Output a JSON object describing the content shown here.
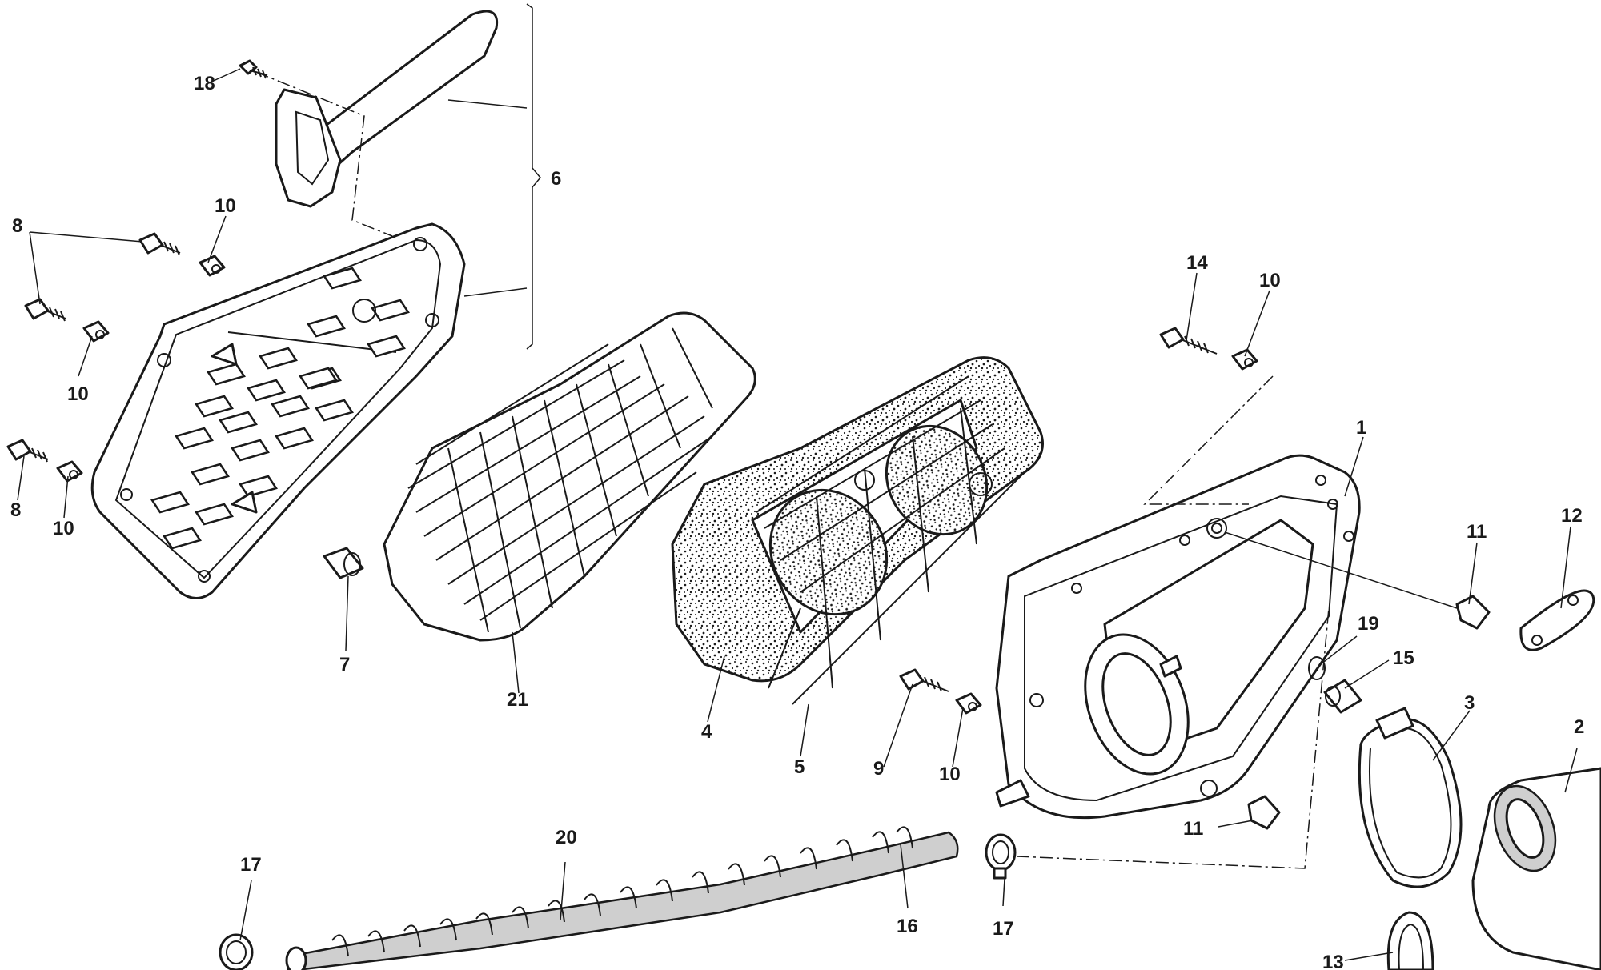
{
  "callouts": [
    {
      "id": "c18",
      "text": "18"
    },
    {
      "id": "c6",
      "text": "6"
    },
    {
      "id": "c8a",
      "text": "8"
    },
    {
      "id": "c10a",
      "text": "10"
    },
    {
      "id": "c10b",
      "text": "10"
    },
    {
      "id": "c8b",
      "text": "8"
    },
    {
      "id": "c10c",
      "text": "10"
    },
    {
      "id": "c7",
      "text": "7"
    },
    {
      "id": "c21",
      "text": "21"
    },
    {
      "id": "c4",
      "text": "4"
    },
    {
      "id": "c5",
      "text": "5"
    },
    {
      "id": "c9",
      "text": "9"
    },
    {
      "id": "c10d",
      "text": "10"
    },
    {
      "id": "c14",
      "text": "14"
    },
    {
      "id": "c10e",
      "text": "10"
    },
    {
      "id": "c1",
      "text": "1"
    },
    {
      "id": "c11a",
      "text": "11"
    },
    {
      "id": "c12",
      "text": "12"
    },
    {
      "id": "c19",
      "text": "19"
    },
    {
      "id": "c15",
      "text": "15"
    },
    {
      "id": "c3",
      "text": "3"
    },
    {
      "id": "c2",
      "text": "2"
    },
    {
      "id": "c11b",
      "text": "11"
    },
    {
      "id": "c20",
      "text": "20"
    },
    {
      "id": "c17a",
      "text": "17"
    },
    {
      "id": "c16",
      "text": "16"
    },
    {
      "id": "c17b",
      "text": "17"
    },
    {
      "id": "c13",
      "text": "13"
    }
  ]
}
